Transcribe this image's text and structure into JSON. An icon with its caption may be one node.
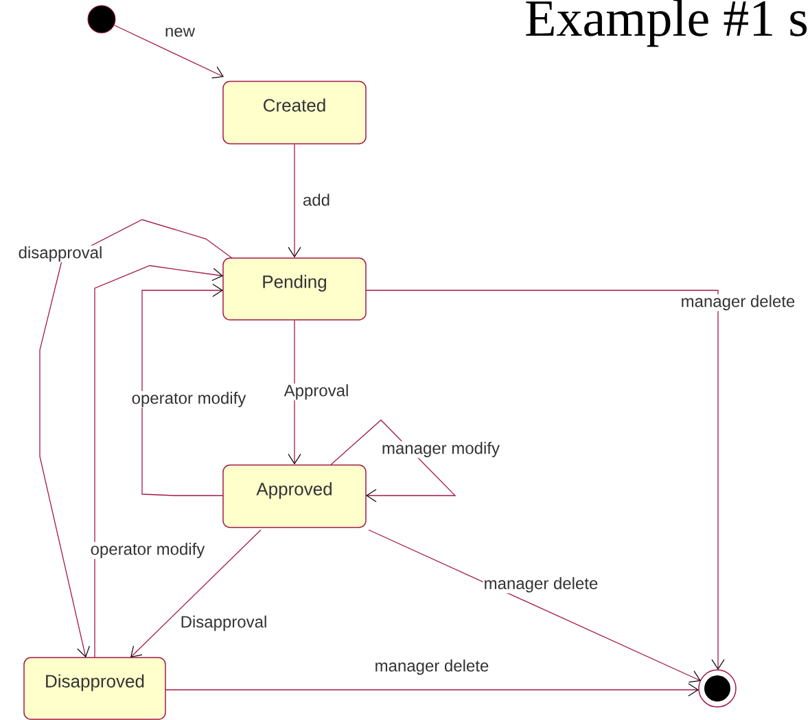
{
  "diagram": {
    "title": "Example #1 s",
    "nodes": [
      {
        "text": [],
        "shape": "circle"
      },
      {
        "text": [
          "Created"
        ]
      },
      {
        "text": [
          "Pending"
        ]
      },
      {
        "text": [
          "Approved"
        ]
      },
      {
        "text": [
          "Disapproved"
        ]
      },
      {
        "text": [],
        "shape": "circle"
      }
    ],
    "edges": [
      {
        "from": 0,
        "to": 1,
        "arrow": "to",
        "label": "new"
      },
      {
        "from": 1,
        "to": 2,
        "arrow": "to",
        "label": "add"
      },
      {
        "from": 2,
        "to": 3,
        "arrow": "to",
        "label": "Approval"
      },
      {
        "from": 3,
        "to": 2,
        "arrow": "to",
        "label": "operator modify"
      },
      {
        "from": 2,
        "to": 4,
        "arrow": "to",
        "label": "disapproval"
      },
      {
        "from": 4,
        "to": 2,
        "arrow": "to",
        "label": "operator modify"
      },
      {
        "from": 3,
        "to": 3,
        "arrow": "to",
        "label": "manager modify"
      },
      {
        "from": 3,
        "to": 4,
        "arrow": "to",
        "label": "Disapproval"
      },
      {
        "from": 3,
        "to": 5,
        "arrow": "to",
        "label": "manager delete"
      },
      {
        "from": 2,
        "to": 5,
        "arrow": "to",
        "label": "manager delete"
      },
      {
        "from": 4,
        "to": 5,
        "arrow": "to",
        "label": "manager delete"
      }
    ]
  }
}
